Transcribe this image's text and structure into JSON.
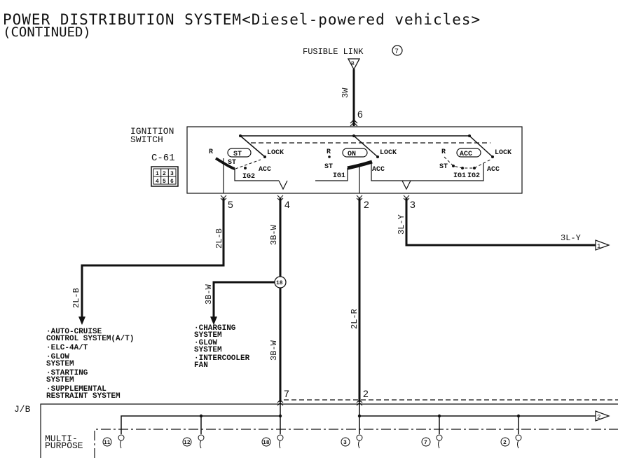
{
  "title": {
    "line1": "POWER DISTRIBUTION SYSTEM<Diesel-powered vehicles>",
    "line2": "(CONTINUED)"
  },
  "fusible_link": {
    "label": "FUSIBLE LINK",
    "number": "7",
    "terminal": "B",
    "wire": "3W",
    "pin": "6"
  },
  "ignition_switch": {
    "label_line1": "IGNITION",
    "label_line2": "SWITCH",
    "connector": "C-61",
    "connector_pins": [
      "1",
      "2",
      "3",
      "4",
      "5",
      "6"
    ],
    "positions": [
      {
        "mode": "ST",
        "labels": [
          "R",
          "ST",
          "LOCK",
          "ACC",
          "IG2"
        ]
      },
      {
        "mode": "ON",
        "labels": [
          "R",
          "ST",
          "IG1",
          "LOCK",
          "ACC"
        ]
      },
      {
        "mode": "ACC",
        "labels": [
          "R",
          "ST",
          "IG1",
          "IG2",
          "LOCK",
          "ACC"
        ]
      }
    ]
  },
  "outputs": [
    {
      "pin": "5",
      "wire": "2L-B"
    },
    {
      "pin": "4",
      "wire": "3B-W"
    },
    {
      "pin": "2",
      "wire": "2L-R"
    },
    {
      "pin": "3",
      "wire": "3L-Y"
    }
  ],
  "branches": {
    "left_wire": "2L-B",
    "left_destinations": [
      "·AUTO-CRUISE",
      " CONTROL SYSTEM(A/T)",
      "·ELC-4A/T",
      "·GLOW",
      " SYSTEM",
      "·STARTING",
      " SYSTEM",
      "·SUPPLEMENTAL",
      " RESTRAINT SYSTEM"
    ],
    "junction": "18",
    "mid_wire": "3B-W",
    "mid_destinations": [
      "·CHARGING",
      " SYSTEM",
      "·GLOW",
      " SYSTEM",
      "·INTERCOOLER",
      " FAN"
    ],
    "lower_wire": "3B-W",
    "right_wire": "3L-Y",
    "right_connector": "1",
    "vert_wire": "2L-R"
  },
  "junction_block": {
    "label": "J/B",
    "pin_a": "7",
    "pin_b": "2",
    "relay_label_line1": "MULTI-",
    "relay_label_line2": "PURPOSE",
    "fuses": [
      "11",
      "12",
      "18",
      "3",
      "7",
      "2"
    ],
    "out_connector": "2"
  }
}
